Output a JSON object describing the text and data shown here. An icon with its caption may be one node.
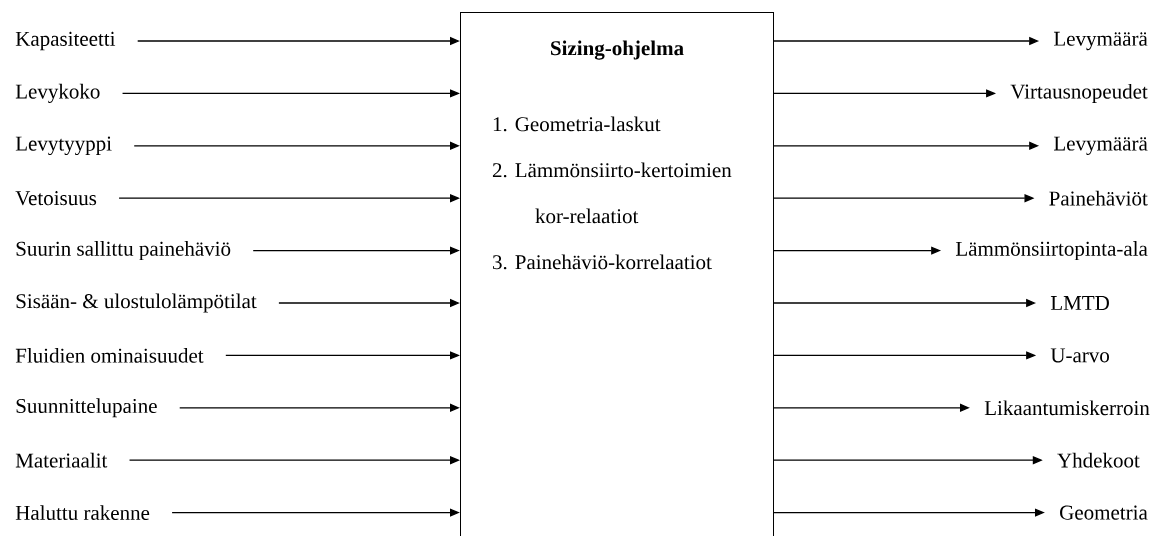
{
  "diagram": {
    "nodes": [
      {
        "text": [
          "Sizing-ohjelma",
          "1. Geometria-laskut",
          "2. Lämmönsiirto-kertoimien kor-relaatiot",
          "3. Painehäviö-korrelaatiot"
        ]
      },
      {
        "text": [
          "Kapasiteetti"
        ]
      },
      {
        "text": [
          "Levykoko"
        ]
      },
      {
        "text": [
          "Levytyyppi"
        ]
      },
      {
        "text": [
          "Vetoisuus"
        ]
      },
      {
        "text": [
          "Suurin sallittu painehäviö"
        ]
      },
      {
        "text": [
          "Sisään- & ulostulolämpötilat"
        ]
      },
      {
        "text": [
          "Fluidien ominaisuudet"
        ]
      },
      {
        "text": [
          "Suunnittelupaine"
        ]
      },
      {
        "text": [
          "Materiaalit"
        ]
      },
      {
        "text": [
          "Haluttu rakenne"
        ]
      },
      {
        "text": [
          "Levymäärä"
        ]
      },
      {
        "text": [
          "Virtausnopeudet"
        ]
      },
      {
        "text": [
          "Levymäärä"
        ]
      },
      {
        "text": [
          "Painehäviöt"
        ]
      },
      {
        "text": [
          "Lämmönsiirtopinta-ala"
        ]
      },
      {
        "text": [
          "LMTD"
        ]
      },
      {
        "text": [
          "U-arvo"
        ]
      },
      {
        "text": [
          "Likaantumiskerroin"
        ]
      },
      {
        "text": [
          "Yhdekoot"
        ]
      },
      {
        "text": [
          "Geometria"
        ]
      }
    ],
    "edges": [
      {
        "from": 1,
        "to": 0,
        "arrow": "to"
      },
      {
        "from": 2,
        "to": 0,
        "arrow": "to"
      },
      {
        "from": 3,
        "to": 0,
        "arrow": "to"
      },
      {
        "from": 4,
        "to": 0,
        "arrow": "to"
      },
      {
        "from": 5,
        "to": 0,
        "arrow": "to"
      },
      {
        "from": 6,
        "to": 0,
        "arrow": "to"
      },
      {
        "from": 7,
        "to": 0,
        "arrow": "to"
      },
      {
        "from": 8,
        "to": 0,
        "arrow": "to"
      },
      {
        "from": 9,
        "to": 0,
        "arrow": "to"
      },
      {
        "from": 10,
        "to": 0,
        "arrow": "to"
      },
      {
        "from": 0,
        "to": 11,
        "arrow": "to"
      },
      {
        "from": 0,
        "to": 12,
        "arrow": "to"
      },
      {
        "from": 0,
        "to": 13,
        "arrow": "to"
      },
      {
        "from": 0,
        "to": 14,
        "arrow": "to"
      },
      {
        "from": 0,
        "to": 15,
        "arrow": "to"
      },
      {
        "from": 0,
        "to": 16,
        "arrow": "to"
      },
      {
        "from": 0,
        "to": 17,
        "arrow": "to"
      },
      {
        "from": 0,
        "to": 18,
        "arrow": "to"
      },
      {
        "from": 0,
        "to": 19,
        "arrow": "to"
      },
      {
        "from": 0,
        "to": 20,
        "arrow": "to"
      }
    ]
  }
}
